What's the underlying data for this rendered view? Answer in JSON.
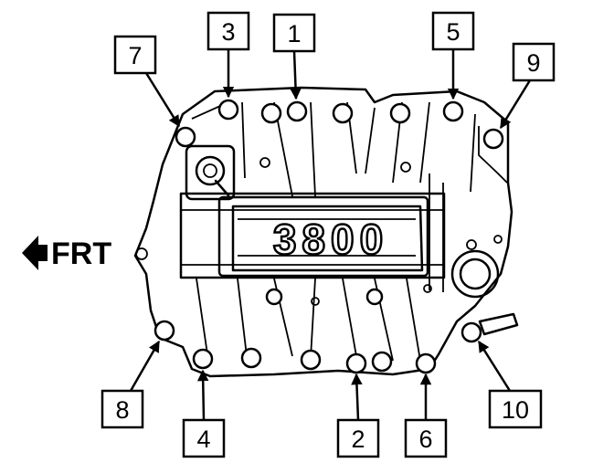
{
  "engine_badge": "3800",
  "direction": {
    "label": "FRT",
    "icon": "arrow-left-icon"
  },
  "callouts": [
    {
      "label": "1"
    },
    {
      "label": "2"
    },
    {
      "label": "3"
    },
    {
      "label": "4"
    },
    {
      "label": "5"
    },
    {
      "label": "6"
    },
    {
      "label": "7"
    },
    {
      "label": "8"
    },
    {
      "label": "9"
    },
    {
      "label": "10"
    }
  ]
}
